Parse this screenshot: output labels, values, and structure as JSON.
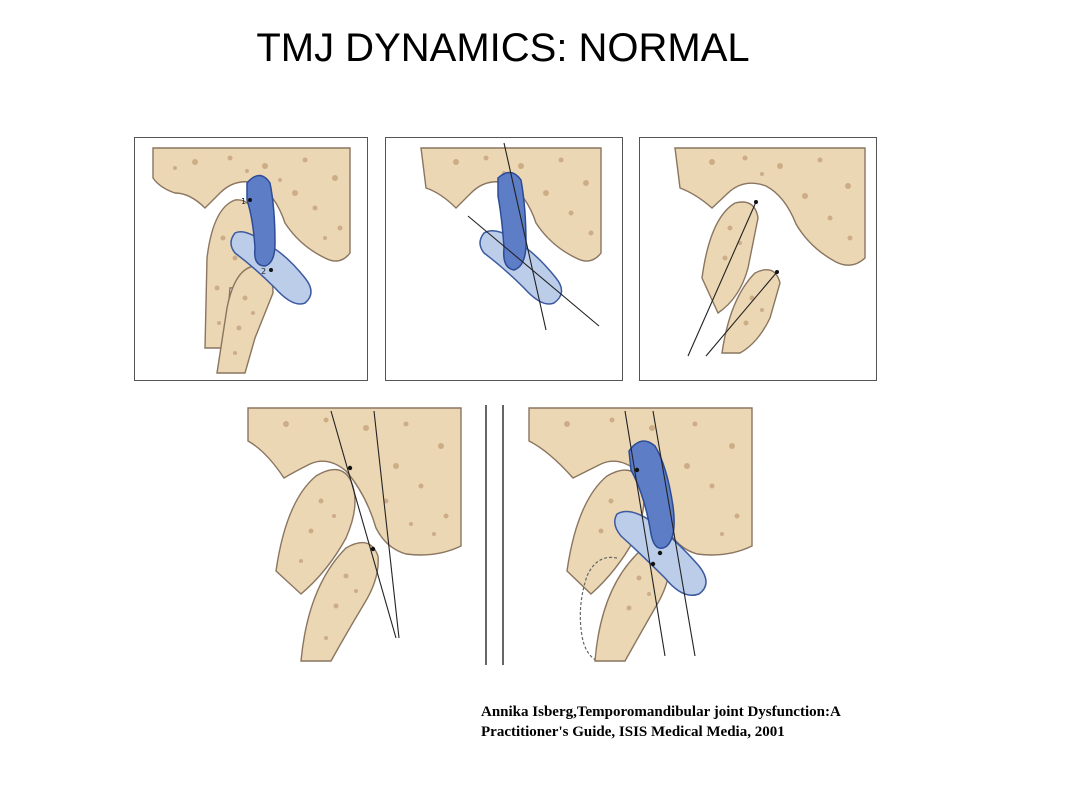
{
  "title": "TMJ DYNAMICS: NORMAL",
  "citation": {
    "line1": "Annika Isberg,Temporomandibular joint Dysfunction:A",
    "line2": "Practitioner's Guide,  ISIS Medical Media, 2001"
  },
  "figure": {
    "panel_1": {
      "marker_1": "1",
      "marker_2": "2"
    }
  },
  "colors": {
    "bone_fill": "#ecd7b4",
    "bone_texture": "#c2a079",
    "disc_dark": "#5d7ec6",
    "disc_light": "#bccdea",
    "frame": "#555555"
  }
}
